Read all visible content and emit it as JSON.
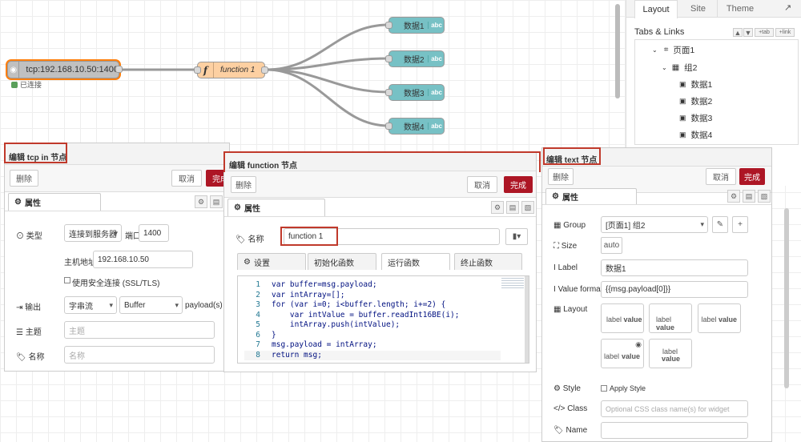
{
  "flow": {
    "tcp_node": {
      "label": "tcp:192.168.10.50:1400",
      "status": "已连接",
      "status_color": "#5a9f5a"
    },
    "function_node": {
      "label": "function 1"
    },
    "text_nodes": [
      {
        "label": "数据1",
        "badge": "abc"
      },
      {
        "label": "数据2",
        "badge": "abc"
      },
      {
        "label": "数据3",
        "badge": "abc"
      },
      {
        "label": "数据4",
        "badge": "abc"
      }
    ]
  },
  "sidebar": {
    "tabs": [
      "Layout",
      "Site",
      "Theme"
    ],
    "section_title": "Tabs & Links",
    "tab_btn": "+tab",
    "link_btn": "+link",
    "tree": {
      "page": "页面1",
      "group": "组2",
      "widgets": [
        "数据1",
        "数据2",
        "数据3",
        "数据4"
      ]
    }
  },
  "tcp_editor": {
    "title": "编辑 tcp in 节点",
    "delete": "删除",
    "cancel": "取消",
    "done": "完成",
    "props_tab": "属性",
    "type_label": "类型",
    "type_value": "连接到服务器",
    "port_label": "端口",
    "port_value": "1400",
    "host_label": "主机地址",
    "host_value": "192.168.10.50",
    "tls_label": "使用安全连接 (SSL/TLS)",
    "output_label": "输出",
    "output_value": "字串流",
    "output_type": "Buffer",
    "output_suffix": "payload(s)",
    "topic_label": "主题",
    "topic_placeholder": "主题",
    "name_label": "名称",
    "name_placeholder": "名称"
  },
  "func_editor": {
    "title": "编辑 function 节点",
    "delete": "删除",
    "cancel": "取消",
    "done": "完成",
    "props_tab": "属性",
    "name_label": "名称",
    "name_value": "function 1",
    "tabs": [
      "设置",
      "初始化函数",
      "运行函数",
      "终止函数"
    ],
    "code": [
      {
        "n": "1",
        "text": "var buffer=msg.payload;"
      },
      {
        "n": "2",
        "text": "var intArray=[];"
      },
      {
        "n": "3",
        "text": "for (var i=0; i<buffer.length; i+=2) {"
      },
      {
        "n": "4",
        "text": "    var intValue = buffer.readInt16BE(i);"
      },
      {
        "n": "5",
        "text": "    intArray.push(intValue);"
      },
      {
        "n": "6",
        "text": "}"
      },
      {
        "n": "7",
        "text": "msg.payload = intArray;"
      },
      {
        "n": "8",
        "text": "return msg;"
      }
    ]
  },
  "text_editor": {
    "title": "编辑 text 节点",
    "delete": "删除",
    "cancel": "取消",
    "done": "完成",
    "props_tab": "属性",
    "group_label": "Group",
    "group_value": "[页面1] 组2",
    "size_label": "Size",
    "size_value": "auto",
    "label_label": "Label",
    "label_value": "数据1",
    "format_label": "Value format",
    "format_value": "{{msg.payload[0]}}",
    "layout_label": "Layout",
    "layout_options": [
      {
        "a": "label",
        "b": "value"
      },
      {
        "a": "label",
        "b": "value"
      },
      {
        "a": "label",
        "b": "value"
      },
      {
        "a": "label",
        "b": "value"
      },
      {
        "a": "label",
        "b": "value"
      }
    ],
    "style_label": "Style",
    "style_value": "Apply Style",
    "class_label": "Class",
    "class_placeholder": "Optional CSS class name(s) for widget",
    "name_label": "Name"
  },
  "colors": {
    "accent": "#ad1625",
    "highlight": "#c0392b",
    "function_node": "#fdd0a2",
    "text_node": "#77c1c5",
    "tcp_node": "#c0c0c0"
  }
}
